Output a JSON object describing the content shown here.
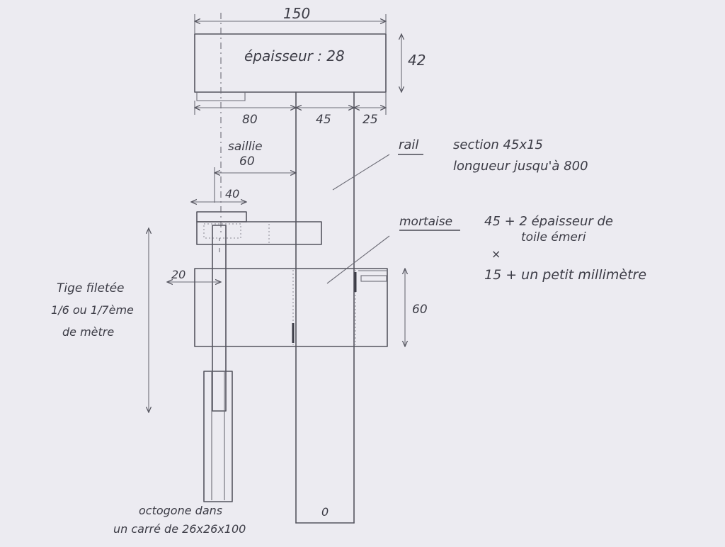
{
  "labels": {
    "top_width": "150",
    "epaisseur": "épaisseur : 28",
    "height_42": "42",
    "dim_80": "80",
    "dim_45": "45",
    "dim_25": "25",
    "saillie": "saillie",
    "saillie_value": "60",
    "rail": "rail",
    "rail_section": "section 45x15",
    "rail_longueur": "longueur jusqu'à 800",
    "dim_40": "40",
    "mortaise": "mortaise",
    "mortaise_line1": "45 + 2 épaisseur de",
    "mortaise_line2": "toile émeri",
    "mortaise_times": "×",
    "mortaise_line3": "15 + un petit millimètre",
    "dim_20": "20",
    "dim_60": "60",
    "tige_line1": "Tige filetée",
    "tige_line2": "1/6 ou 1/7ème",
    "tige_line3": "de mètre",
    "octogone_line1": "octogone dans",
    "octogone_line2": "un carré de 26x26x100",
    "rail_end_mark": "0"
  },
  "colors": {
    "paper": "#ecebf1",
    "pencil": "#55555f"
  }
}
